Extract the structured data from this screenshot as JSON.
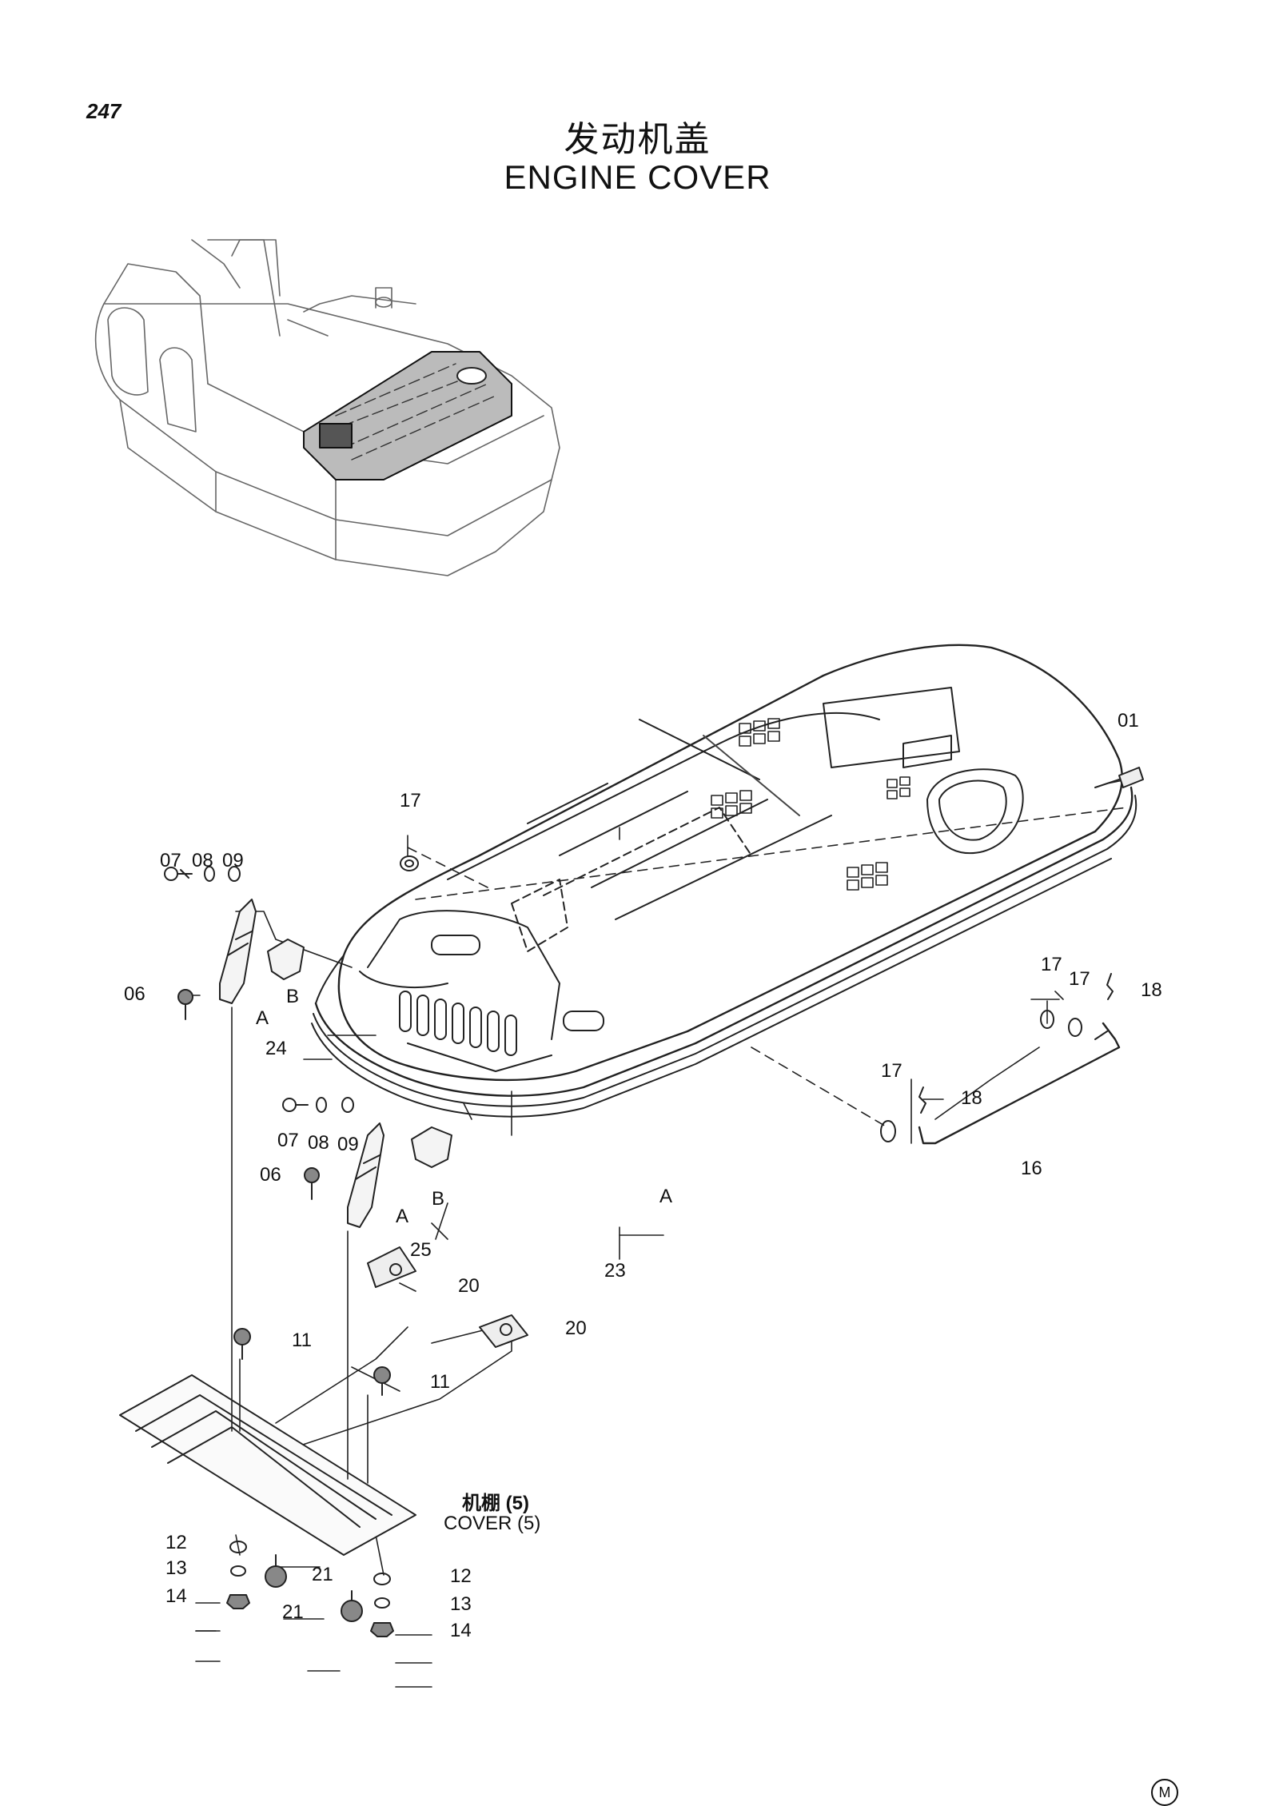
{
  "page": {
    "number": "247",
    "title_cn": "发动机盖",
    "title_en": "ENGINE COVER",
    "cover_note_cn": "机棚 (5)",
    "cover_note_en": "COVER (5)",
    "manufacturer_mark": "M"
  },
  "callouts": [
    {
      "id": "c01",
      "label": "01"
    },
    {
      "id": "c17a",
      "label": "17"
    },
    {
      "id": "c07a",
      "label": "07"
    },
    {
      "id": "c08a",
      "label": "08"
    },
    {
      "id": "c09a",
      "label": "09"
    },
    {
      "id": "c06a",
      "label": "06"
    },
    {
      "id": "cBa",
      "label": "B"
    },
    {
      "id": "cAa",
      "label": "A"
    },
    {
      "id": "c24",
      "label": "24"
    },
    {
      "id": "c17b",
      "label": "17"
    },
    {
      "id": "c17c",
      "label": "17"
    },
    {
      "id": "c18a",
      "label": "18"
    },
    {
      "id": "c17d",
      "label": "17"
    },
    {
      "id": "c18b",
      "label": "18"
    },
    {
      "id": "c16",
      "label": "16"
    },
    {
      "id": "c07b",
      "label": "07"
    },
    {
      "id": "c08b",
      "label": "08"
    },
    {
      "id": "c09b",
      "label": "09"
    },
    {
      "id": "c06b",
      "label": "06"
    },
    {
      "id": "cAb",
      "label": "A"
    },
    {
      "id": "cBb",
      "label": "B"
    },
    {
      "id": "c25",
      "label": "25"
    },
    {
      "id": "cAc",
      "label": "A"
    },
    {
      "id": "c23",
      "label": "23"
    },
    {
      "id": "c20a",
      "label": "20"
    },
    {
      "id": "c20b",
      "label": "20"
    },
    {
      "id": "c11a",
      "label": "11"
    },
    {
      "id": "c11b",
      "label": "11"
    },
    {
      "id": "c12a",
      "label": "12"
    },
    {
      "id": "c13a",
      "label": "13"
    },
    {
      "id": "c14a",
      "label": "14"
    },
    {
      "id": "c21a",
      "label": "21"
    },
    {
      "id": "c21b",
      "label": "21"
    },
    {
      "id": "c12b",
      "label": "12"
    },
    {
      "id": "c13b",
      "label": "13"
    },
    {
      "id": "c14b",
      "label": "14"
    }
  ]
}
